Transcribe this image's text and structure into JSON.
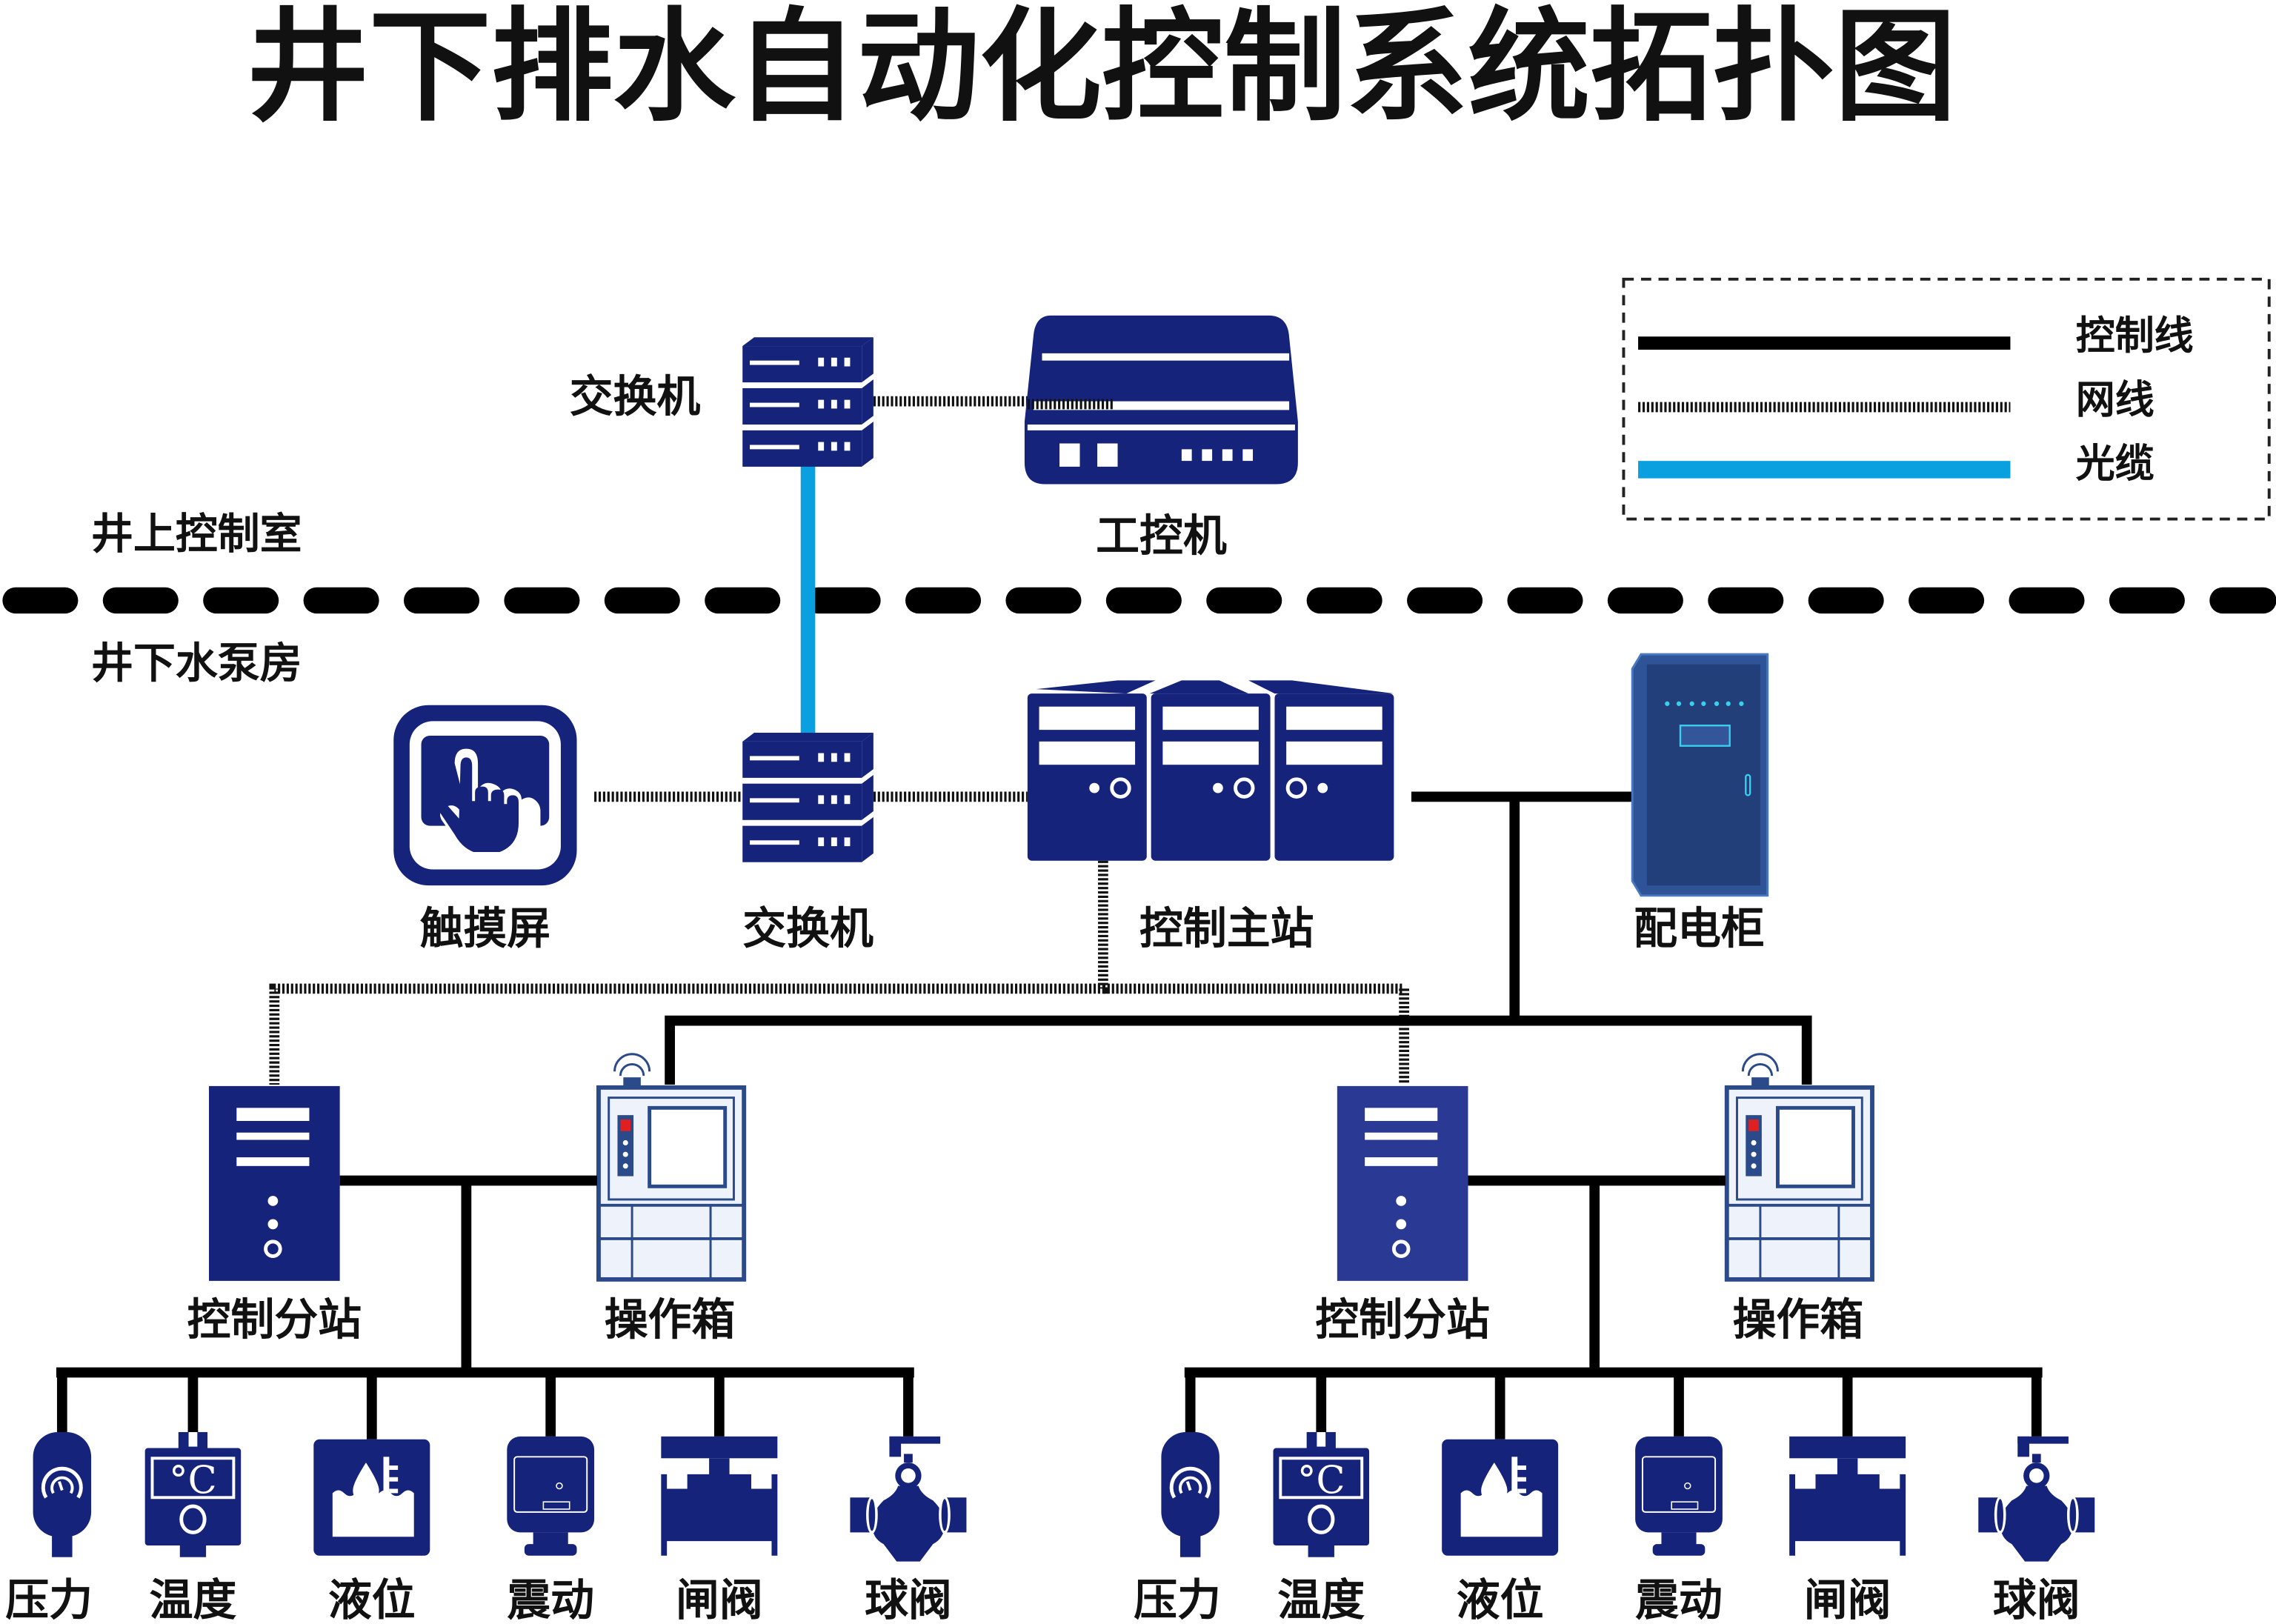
{
  "title": "井下排水自动化控制系统拓扑图",
  "legend": {
    "items": [
      {
        "label": "控制线",
        "style": "solid-black"
      },
      {
        "label": "网线",
        "style": "dotted-black"
      },
      {
        "label": "光缆",
        "style": "solid-blue"
      }
    ]
  },
  "zones": {
    "above": "井上控制室",
    "below": "井下水泵房"
  },
  "devices": {
    "switch_top": "交换机",
    "ipc": "工控机",
    "touchscreen": "触摸屏",
    "switch_bottom": "交换机",
    "master": "控制主站",
    "power_cabinet": "配电柜"
  },
  "groups": [
    {
      "substation": "控制分站",
      "operation_box": "操作箱",
      "sensors": [
        "压力",
        "温度",
        "液位",
        "震动",
        "闸阀",
        "球阀"
      ]
    },
    {
      "substation": "控制分站",
      "operation_box": "操作箱",
      "sensors": [
        "压力",
        "温度",
        "液位",
        "震动",
        "闸阀",
        "球阀"
      ]
    }
  ],
  "colors": {
    "device": "#15237a",
    "fiber": "#0aa0e0",
    "cabinet": "#24427e",
    "control_line": "#000000"
  }
}
